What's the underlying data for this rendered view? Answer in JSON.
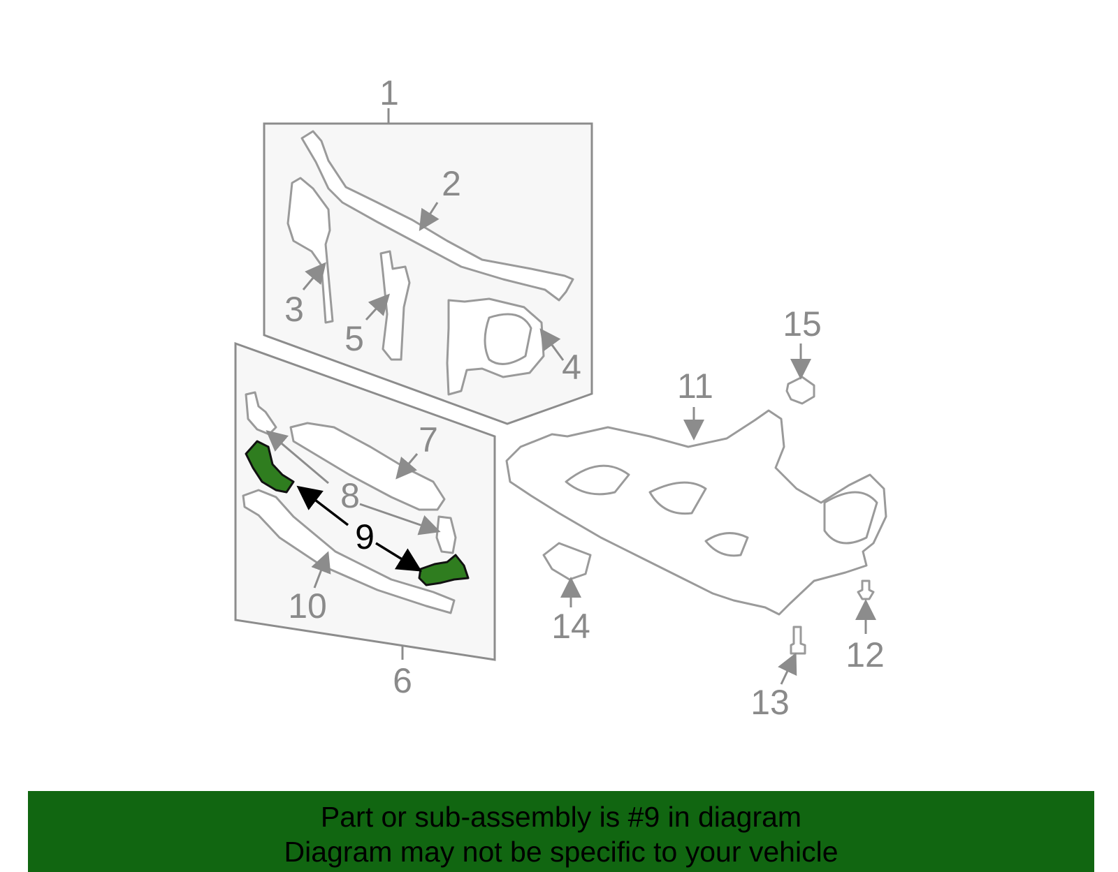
{
  "callouts": {
    "c1": "1",
    "c2": "2",
    "c3": "3",
    "c4": "4",
    "c5": "5",
    "c6": "6",
    "c7": "7",
    "c8": "8",
    "c9": "9",
    "c10": "10",
    "c11": "11",
    "c12": "12",
    "c13": "13",
    "c14": "14",
    "c15": "15"
  },
  "highlight_color": "#2f7d1f",
  "banner": {
    "line1": "Part or sub-assembly is #9 in diagram",
    "line2": "Diagram may not be specific to your vehicle",
    "background": "#116611"
  }
}
